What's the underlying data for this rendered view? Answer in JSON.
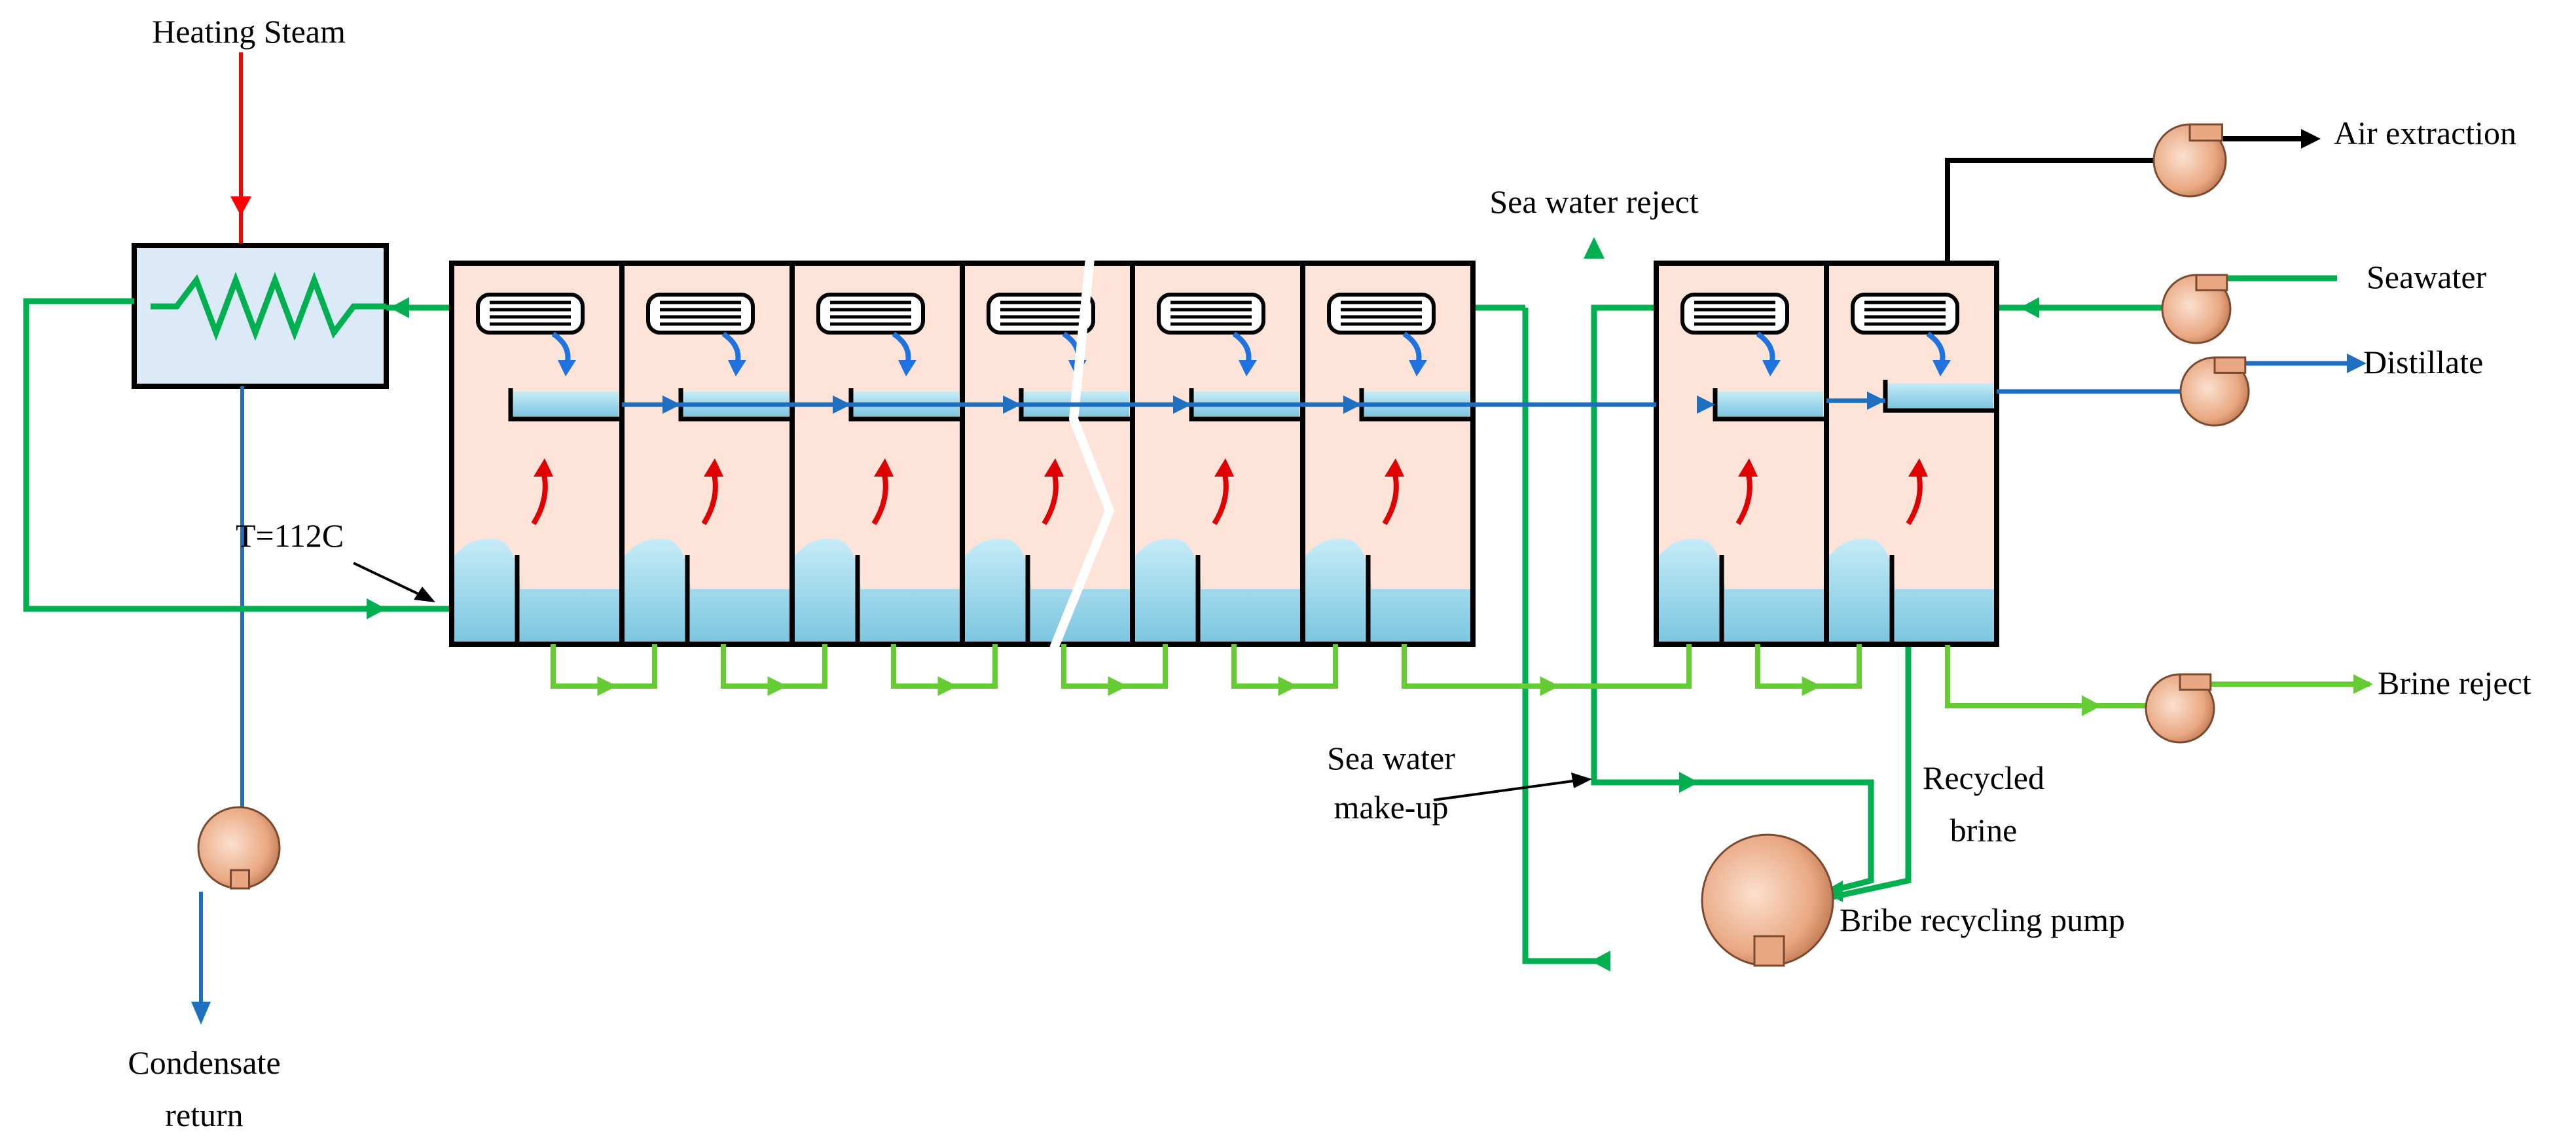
{
  "labels": {
    "heating_steam": "Heating Steam",
    "temperature": "T=112C",
    "condensate_line1": "Condensate",
    "condensate_line2": "return",
    "sea_water_reject": "Sea water reject",
    "air_extraction": "Air extraction",
    "seawater": "Seawater",
    "distillate": "Distillate",
    "brine_reject": "Brine reject",
    "sea_water_makeup_line1": "Sea water",
    "sea_water_makeup_line2": "make-up",
    "recycled_brine_line1": "Recycled",
    "recycled_brine_line2": "brine",
    "recycling_pump": "Bribe recycling pump"
  },
  "colors": {
    "steam": "#ff0000",
    "seawater_line": "#00b050",
    "brine_line": "#66cc33",
    "distillate_line": "#1f6fc0",
    "stage_fill": "#fde3d8",
    "heater_fill": "#dbeaf6",
    "water": "#9ed8ec",
    "vapor_arrow": "#e00000",
    "condensate_drip": "#1e73e0",
    "pump": "#e9a882",
    "outline": "#000000"
  },
  "icons": {
    "heater_coil": "zigzag-coil-icon",
    "condenser": "tube-bundle-icon",
    "pump": "centrifugal-pump-icon"
  }
}
